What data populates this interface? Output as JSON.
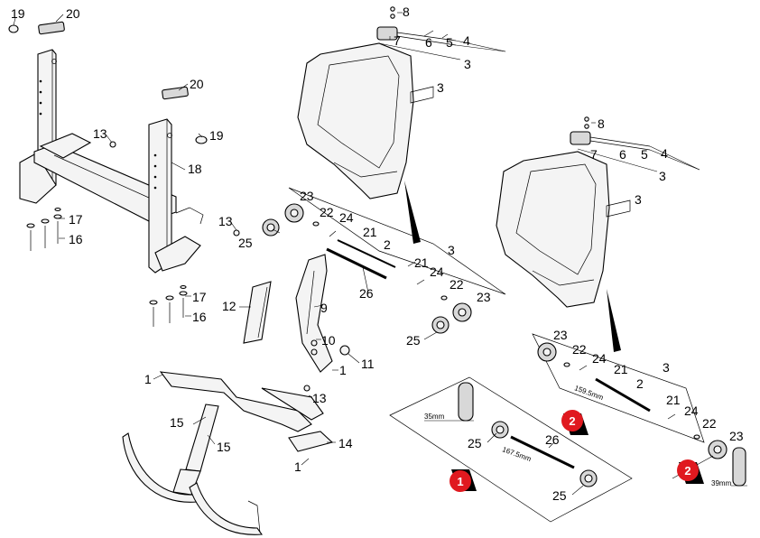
{
  "callouts": [
    {
      "id": "c-19a",
      "label": "19"
    },
    {
      "id": "c-20a",
      "label": "20"
    },
    {
      "id": "c-20b",
      "label": "20"
    },
    {
      "id": "c-19b",
      "label": "19"
    },
    {
      "id": "c-13a",
      "label": "13"
    },
    {
      "id": "c-18",
      "label": "18"
    },
    {
      "id": "c-17a",
      "label": "17"
    },
    {
      "id": "c-16a",
      "label": "16"
    },
    {
      "id": "c-13b",
      "label": "13"
    },
    {
      "id": "c-17b",
      "label": "17"
    },
    {
      "id": "c-16b",
      "label": "16"
    },
    {
      "id": "c-12",
      "label": "12"
    },
    {
      "id": "c-9",
      "label": "9"
    },
    {
      "id": "c-10",
      "label": "10"
    },
    {
      "id": "c-11",
      "label": "11"
    },
    {
      "id": "c-1a",
      "label": "1"
    },
    {
      "id": "c-1b",
      "label": "1"
    },
    {
      "id": "c-1c",
      "label": "1"
    },
    {
      "id": "c-13c",
      "label": "13"
    },
    {
      "id": "c-14",
      "label": "14"
    },
    {
      "id": "c-15a",
      "label": "15"
    },
    {
      "id": "c-15b",
      "label": "15"
    },
    {
      "id": "c-8a",
      "label": "8"
    },
    {
      "id": "c-7a",
      "label": "7"
    },
    {
      "id": "c-6a",
      "label": "6"
    },
    {
      "id": "c-5a",
      "label": "5"
    },
    {
      "id": "c-4a",
      "label": "4"
    },
    {
      "id": "c-3a",
      "label": "3"
    },
    {
      "id": "c-3b",
      "label": "3"
    },
    {
      "id": "c-23a",
      "label": "23"
    },
    {
      "id": "c-22a",
      "label": "22"
    },
    {
      "id": "c-24a",
      "label": "24"
    },
    {
      "id": "c-25a",
      "label": "25"
    },
    {
      "id": "c-21a",
      "label": "21"
    },
    {
      "id": "c-2a",
      "label": "2"
    },
    {
      "id": "c-3c",
      "label": "3"
    },
    {
      "id": "c-21b",
      "label": "21"
    },
    {
      "id": "c-26a",
      "label": "26"
    },
    {
      "id": "c-24b",
      "label": "24"
    },
    {
      "id": "c-22b",
      "label": "22"
    },
    {
      "id": "c-23b",
      "label": "23"
    },
    {
      "id": "c-25b",
      "label": "25"
    },
    {
      "id": "c-8b",
      "label": "8"
    },
    {
      "id": "c-7b",
      "label": "7"
    },
    {
      "id": "c-6b",
      "label": "6"
    },
    {
      "id": "c-5b",
      "label": "5"
    },
    {
      "id": "c-4b",
      "label": "4"
    },
    {
      "id": "c-3d",
      "label": "3"
    },
    {
      "id": "c-3e",
      "label": "3"
    },
    {
      "id": "c-23c",
      "label": "23"
    },
    {
      "id": "c-22c",
      "label": "22"
    },
    {
      "id": "c-24c",
      "label": "24"
    },
    {
      "id": "c-21c",
      "label": "21"
    },
    {
      "id": "c-3f",
      "label": "3"
    },
    {
      "id": "c-2b",
      "label": "2"
    },
    {
      "id": "c-21d",
      "label": "21"
    },
    {
      "id": "c-24d",
      "label": "24"
    },
    {
      "id": "c-22d",
      "label": "22"
    },
    {
      "id": "c-23d",
      "label": "23"
    },
    {
      "id": "c-25c",
      "label": "25"
    },
    {
      "id": "c-26b",
      "label": "26"
    },
    {
      "id": "c-25d",
      "label": "25"
    }
  ],
  "dimensions": {
    "wheel_width_large": "35mm",
    "wheel_width_small": "39mm",
    "axle_length_large": "167.5mm",
    "axle_length_small": "159.5mm"
  },
  "badges": {
    "variant_1": "1",
    "variant_2a": "2",
    "variant_2b": "2"
  },
  "colors": {
    "line": "#000000",
    "part_fill": "#f4f4f4",
    "badge": "#e0191f"
  }
}
